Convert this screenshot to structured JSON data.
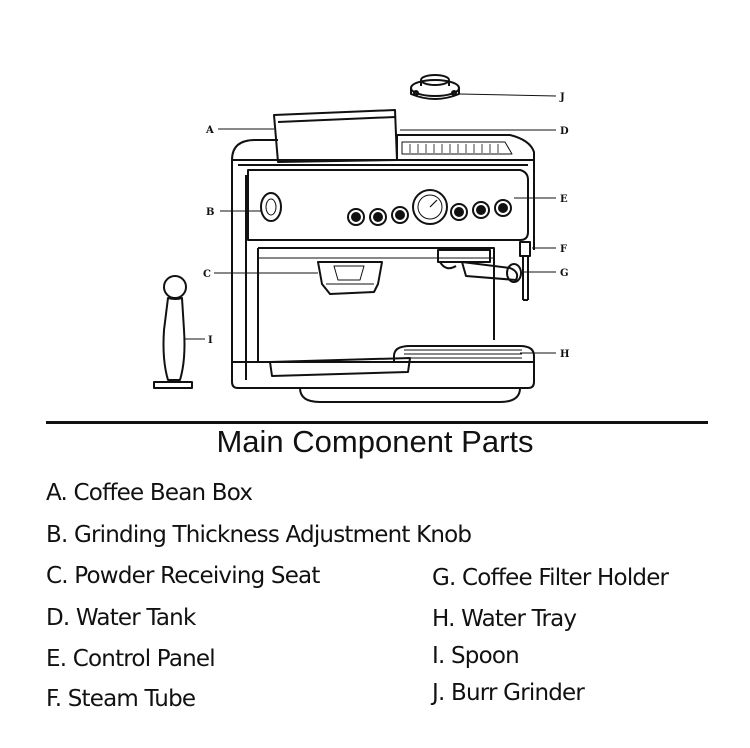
{
  "diagram": {
    "callouts": [
      "A",
      "B",
      "C",
      "D",
      "E",
      "F",
      "G",
      "H",
      "I",
      "J"
    ]
  },
  "title": "Main Component Parts",
  "parts": [
    "A. Coffee Bean Box",
    "B. Grinding Thickness Adjustment Knob",
    "C. Powder Receiving Seat",
    "D. Water Tank",
    "E. Control Panel",
    "F. Steam Tube",
    "G. Coffee Filter Holder",
    "H. Water Tray",
    "I. Spoon",
    "J. Burr Grinder"
  ]
}
